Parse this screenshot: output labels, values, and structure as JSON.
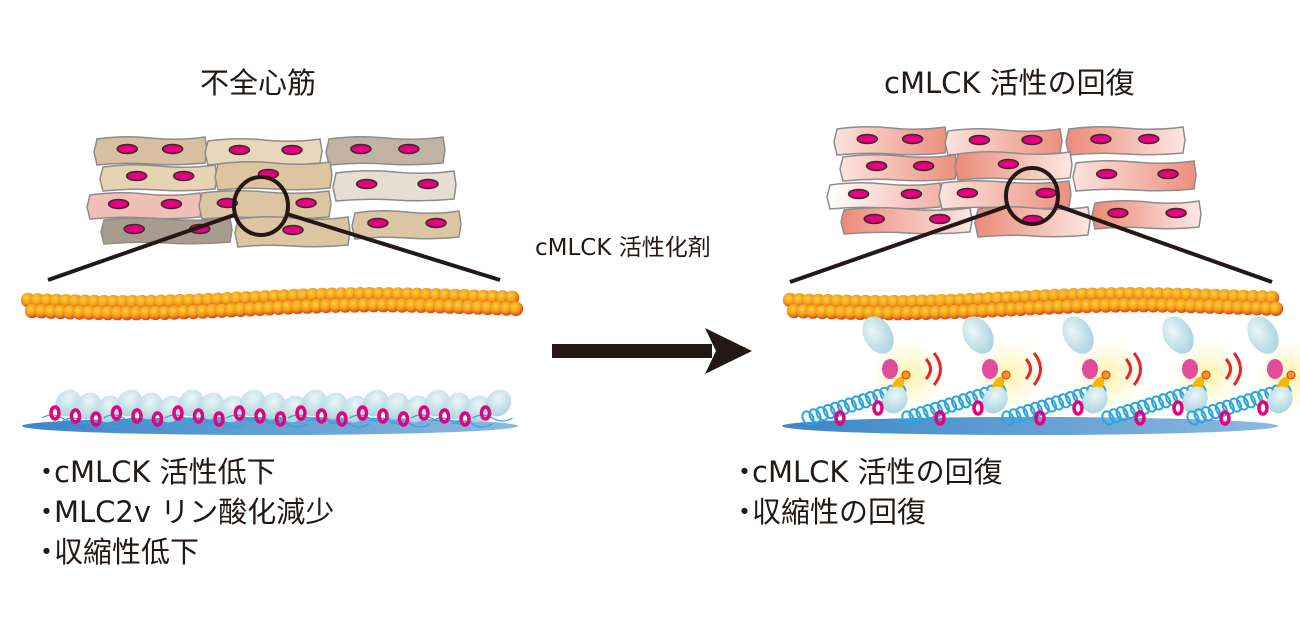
{
  "left_panel": {
    "title": "不全心筋",
    "state": "failing",
    "bullets": [
      "cMLCK 活性低下",
      "MLC2v リン酸化減少",
      "収縮性低下"
    ],
    "cell_colors": [
      "#d7bf9f",
      "#e9d7bb",
      "#c1b3a4",
      "#e6d3b3",
      "#ddc59f",
      "#e6ded0",
      "#f0c0b6",
      "#dcc5a2",
      "#dcc5a2",
      "#a79c8f",
      "#dcc5a2"
    ]
  },
  "right_panel": {
    "title": "cMLCK 活性の回復",
    "state": "recovered",
    "bullets": [
      "cMLCK 活性の回復",
      "収縮性の回復"
    ],
    "cell_color": "#ec8f7e"
  },
  "arrow": {
    "label": "cMLCK 活性化剤",
    "icon": "right-arrow-icon"
  },
  "colors": {
    "text": "#231815",
    "actin": "#f0a020",
    "actin_edge": "#d94a1a",
    "nucleus": "#e5007f",
    "myosin_head": "#cde8ee",
    "thick_filament": "#5a9bd0",
    "helix": "#2ba6de",
    "signal": "#e8262a",
    "glow": "#fff3b0"
  }
}
